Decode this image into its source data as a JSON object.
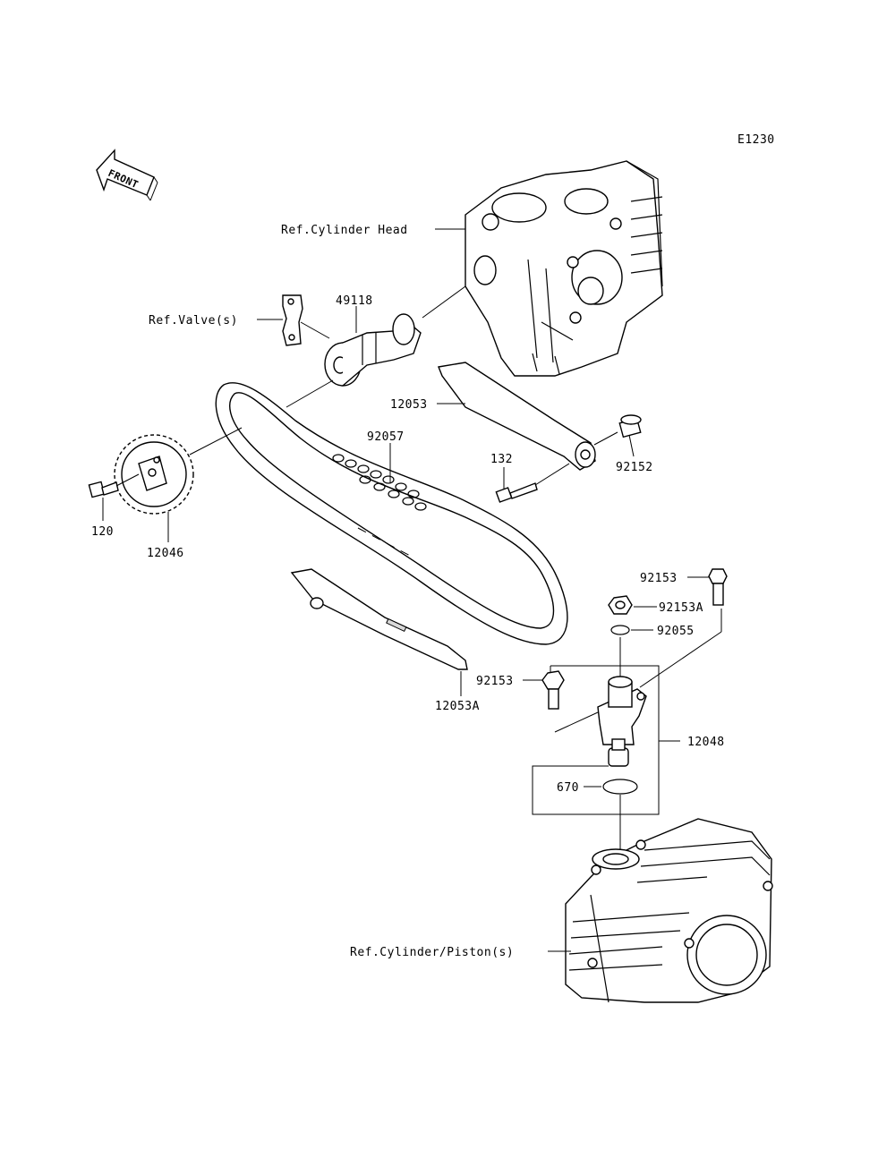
{
  "diagram_code": "E1230",
  "front_label": "FRONT",
  "refs": {
    "cylinder_head": "Ref.Cylinder Head",
    "valves": "Ref.Valve(s)",
    "cylinder_piston": "Ref.Cylinder/Piston(s)"
  },
  "parts": {
    "camshaft": "49118",
    "guide_upper": "12053",
    "chain": "92057",
    "bolt_132": "132",
    "collar": "92152",
    "bolt_120": "120",
    "sprocket": "12046",
    "guide_lower": "12053A",
    "bolt_top": "92153",
    "bolt_92153a": "92153A",
    "oring_small": "92055",
    "bolt_left": "92153",
    "tensioner": "12048",
    "oring_670": "670"
  }
}
